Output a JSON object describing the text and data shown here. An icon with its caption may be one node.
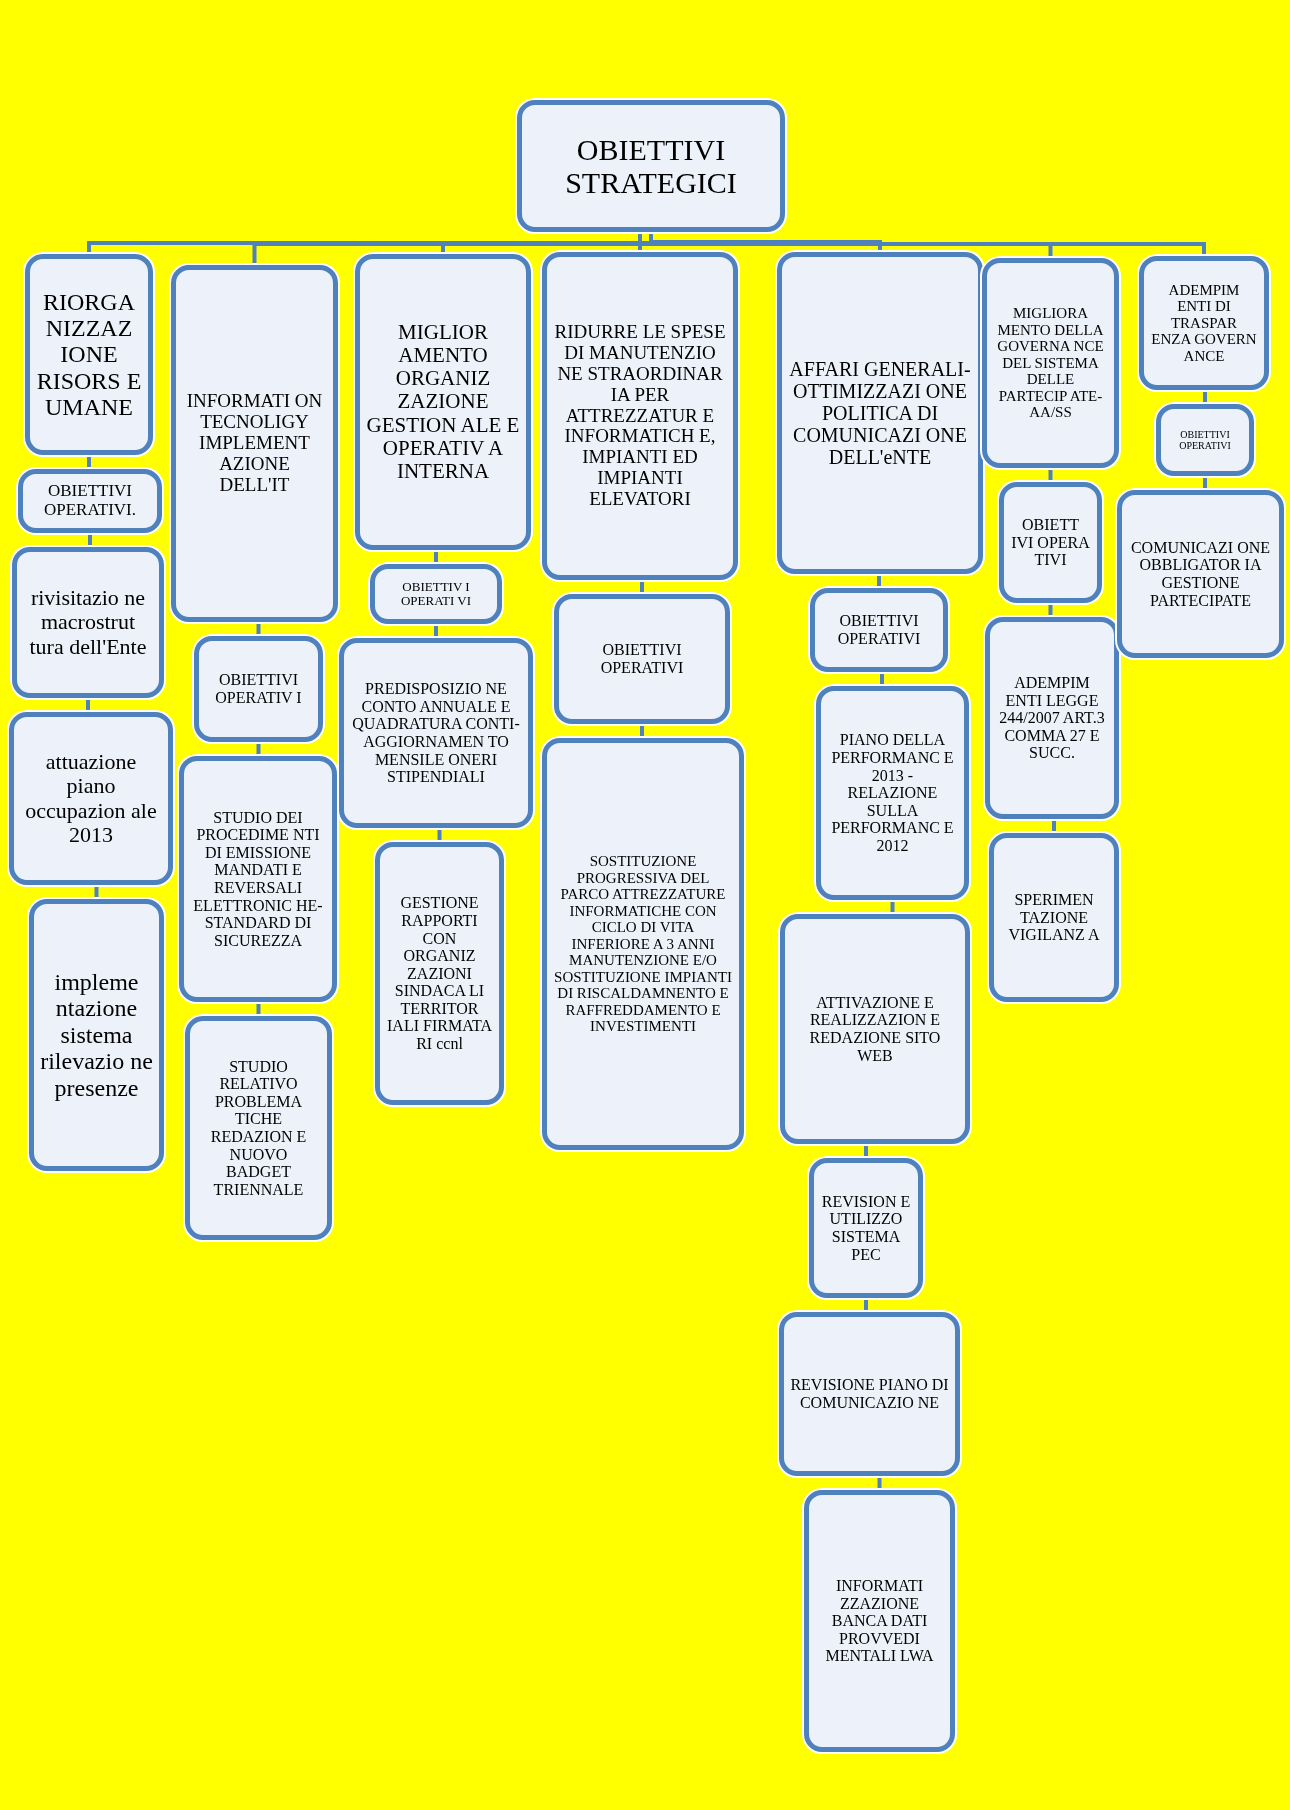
{
  "diagram": {
    "nodes": [
      {
        "text": [
          "OBIETTIVI STRATEGICI"
        ]
      },
      {
        "text": [
          "RIORGA NIZZAZ IONE RISORS E UMANE"
        ]
      },
      {
        "text": [
          "OBIETTIVI OPERATIVI."
        ]
      },
      {
        "text": [
          "rivisitazio ne macrostrut tura dell'Ente"
        ]
      },
      {
        "text": [
          "attuazione piano occupazion ale 2013"
        ]
      },
      {
        "text": [
          "impleme ntazione sistema rilevazio ne presenze"
        ]
      },
      {
        "text": [
          "INFORMATI ON TECNOLIGY IMPLEMENT AZIONE DELL'IT"
        ]
      },
      {
        "text": [
          "OBIETTIVI OPERATIV I"
        ]
      },
      {
        "text": [
          "STUDIO DEI PROCEDIME NTI DI EMISSIONE MANDATI E REVERSALI ELETTRONIC HE- STANDARD DI SICUREZZA"
        ]
      },
      {
        "text": [
          "STUDIO RELATIVO PROBLEMA TICHE REDAZION E NUOVO BADGET TRIENNALE"
        ]
      },
      {
        "text": [
          "MIGLIOR AMENTO ORGANIZ ZAZIONE GESTION ALE E OPERATIV A INTERNA"
        ]
      },
      {
        "text": [
          "OBIETTIV I OPERATI VI"
        ]
      },
      {
        "text": [
          "PREDISPOSIZIO NE CONTO ANNUALE E QUADRATURA CONTI- AGGIORNAMEN TO MENSILE ONERI STIPENDIALI"
        ]
      },
      {
        "text": [
          "GESTIONE RAPPORTI CON ORGANIZ ZAZIONI SINDACA LI TERRITOR IALI FIRMATA RI ccnl"
        ]
      },
      {
        "text": [
          "RIDURRE LE SPESE DI MANUTENZIO NE STRAORDINAR IA PER ATTREZZATUR E INFORMATICH E, IMPIANTI ED IMPIANTI ELEVATORI"
        ]
      },
      {
        "text": [
          "OBIETTIVI OPERATIVI"
        ]
      },
      {
        "text": [
          "SOSTITUZIONE PROGRESSIVA DEL PARCO ATTREZZATURE INFORMATICHE CON CICLO DI VITA INFERIORE A 3 ANNI MANUTENZIONE E/O SOSTITUZIONE IMPIANTI DI RISCALDAMNENTO E RAFFREDDAMENTO E INVESTIMENTI"
        ]
      },
      {
        "text": [
          "AFFARI GENERALI- OTTIMIZZAZI ONE POLITICA DI COMUNICAZI ONE DELL'eNTE"
        ]
      },
      {
        "text": [
          "OBIETTIVI OPERATIVI"
        ]
      },
      {
        "text": [
          "PIANO DELLA PERFORMANC E 2013 - RELAZIONE SULLA PERFORMANC E 2012"
        ]
      },
      {
        "text": [
          "ATTIVAZIONE E REALIZZAZION E REDAZIONE SITO WEB"
        ]
      },
      {
        "text": [
          "REVISION E UTILIZZO SISTEMA PEC"
        ]
      },
      {
        "text": [
          "REVISIONE PIANO DI COMUNICAZIO NE"
        ]
      },
      {
        "text": [
          "INFORMATI ZZAZIONE BANCA DATI PROVVEDI MENTALI LWA"
        ]
      },
      {
        "text": [
          "MIGLIORA MENTO DELLA GOVERNA NCE DEL SISTEMA DELLE PARTECIP ATE-AA/SS"
        ]
      },
      {
        "text": [
          "OBIETT IVI OPERA TIVI"
        ]
      },
      {
        "text": [
          "ADEMPIM ENTI LEGGE 244/2007 ART.3 COMMA 27 E SUCC."
        ]
      },
      {
        "text": [
          "SPERIMEN TAZIONE VIGILANZ A"
        ]
      },
      {
        "text": [
          "ADEMPIM ENTI DI TRASPAR ENZA GOVERN ANCE"
        ]
      },
      {
        "text": [
          "OBIETTIVI OPERATIVI"
        ]
      },
      {
        "text": [
          "COMUNICAZI ONE OBBLIGATOR IA GESTIONE PARTECIPATE"
        ]
      }
    ],
    "edges": [
      {
        "from": 0,
        "to": 1,
        "arrow": "none"
      },
      {
        "from": 0,
        "to": 6,
        "arrow": "none"
      },
      {
        "from": 0,
        "to": 10,
        "arrow": "none"
      },
      {
        "from": 0,
        "to": 14,
        "arrow": "none"
      },
      {
        "from": 0,
        "to": 17,
        "arrow": "none"
      },
      {
        "from": 0,
        "to": 24,
        "arrow": "none"
      },
      {
        "from": 0,
        "to": 28,
        "arrow": "none"
      },
      {
        "from": 1,
        "to": 2,
        "arrow": "none"
      },
      {
        "from": 2,
        "to": 3,
        "arrow": "none"
      },
      {
        "from": 3,
        "to": 4,
        "arrow": "none"
      },
      {
        "from": 4,
        "to": 5,
        "arrow": "none"
      },
      {
        "from": 6,
        "to": 7,
        "arrow": "none"
      },
      {
        "from": 7,
        "to": 8,
        "arrow": "none"
      },
      {
        "from": 8,
        "to": 9,
        "arrow": "none"
      },
      {
        "from": 10,
        "to": 11,
        "arrow": "none"
      },
      {
        "from": 11,
        "to": 12,
        "arrow": "none"
      },
      {
        "from": 12,
        "to": 13,
        "arrow": "none"
      },
      {
        "from": 14,
        "to": 15,
        "arrow": "none"
      },
      {
        "from": 15,
        "to": 16,
        "arrow": "none"
      },
      {
        "from": 17,
        "to": 18,
        "arrow": "none"
      },
      {
        "from": 18,
        "to": 19,
        "arrow": "none"
      },
      {
        "from": 19,
        "to": 20,
        "arrow": "none"
      },
      {
        "from": 20,
        "to": 21,
        "arrow": "none"
      },
      {
        "from": 21,
        "to": 22,
        "arrow": "none"
      },
      {
        "from": 22,
        "to": 23,
        "arrow": "none"
      },
      {
        "from": 24,
        "to": 25,
        "arrow": "none"
      },
      {
        "from": 25,
        "to": 26,
        "arrow": "none"
      },
      {
        "from": 26,
        "to": 27,
        "arrow": "none"
      },
      {
        "from": 28,
        "to": 29,
        "arrow": "none"
      },
      {
        "from": 29,
        "to": 30,
        "arrow": "none"
      }
    ]
  }
}
